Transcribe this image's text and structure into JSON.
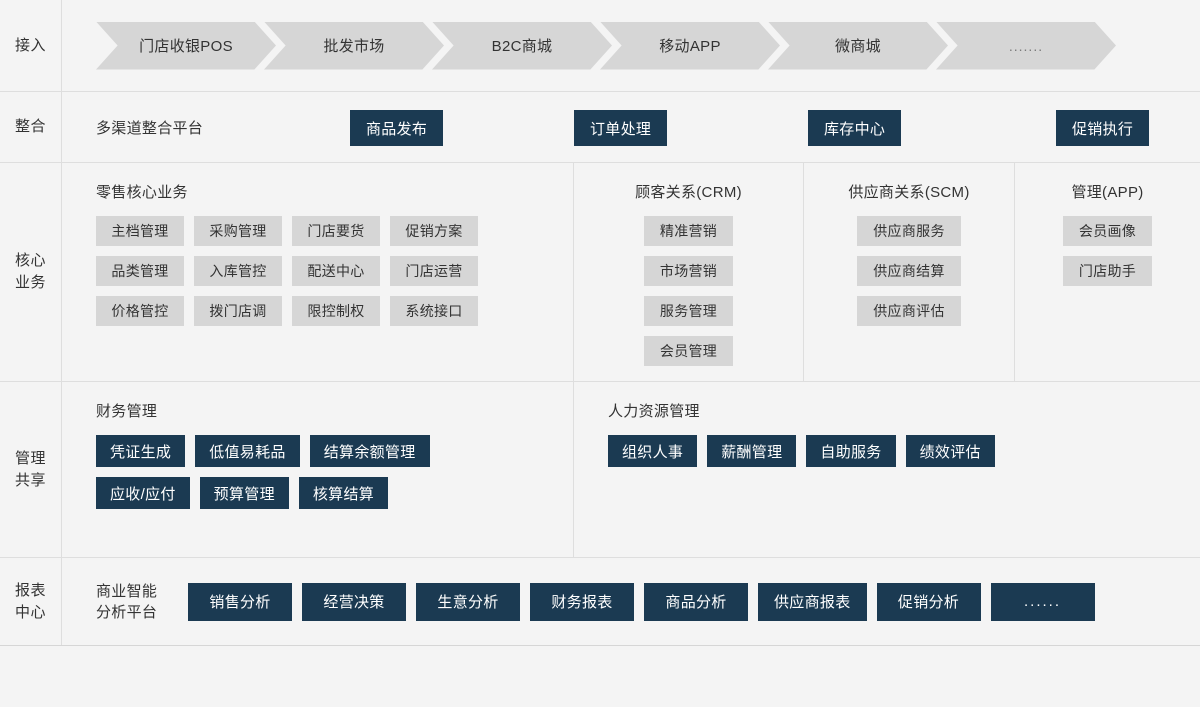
{
  "colors": {
    "navy": "#1b3a52",
    "grey_chip": "#d6d6d6",
    "background": "#f4f4f4",
    "border": "#dedede",
    "text": "#333333"
  },
  "rows": {
    "access": {
      "label": "接入",
      "channels": [
        "门店收银POS",
        "批发市场",
        "B2C商城",
        "移动APP",
        "微商城",
        "......."
      ]
    },
    "integration": {
      "label": "整合",
      "platform_title": "多渠道整合平台",
      "modules": [
        "商品发布",
        "订单处理",
        "库存中心",
        "促销执行"
      ]
    },
    "core": {
      "label": "核心\n业务",
      "label_line1": "核心",
      "label_line2": "业务",
      "columns": [
        {
          "title": "零售核心业务",
          "items": [
            "主档管理",
            "采购管理",
            "门店要货",
            "促销方案",
            "品类管理",
            "入库管控",
            "配送中心",
            "门店运营",
            "价格管控",
            "拨门店调",
            "限控制权",
            "系统接口"
          ]
        },
        {
          "title": "顾客关系(CRM)",
          "items": [
            "精准营销",
            "市场营销",
            "服务管理",
            "会员管理"
          ]
        },
        {
          "title": "供应商关系(SCM)",
          "items": [
            "供应商服务",
            "供应商结算",
            "供应商评估"
          ]
        },
        {
          "title": "管理(APP)",
          "items": [
            "会员画像",
            "门店助手"
          ]
        }
      ]
    },
    "management": {
      "label_line1": "管理",
      "label_line2": "共享",
      "columns": [
        {
          "title": "财务管理",
          "items": [
            "凭证生成",
            "低值易耗品",
            "结算余额管理",
            "应收/应付",
            "预算管理",
            "核算结算"
          ]
        },
        {
          "title": "人力资源管理",
          "items": [
            "组织人事",
            "薪酬管理",
            "自助服务",
            "绩效评估"
          ]
        }
      ]
    },
    "report": {
      "label_line1": "报表",
      "label_line2": "中心",
      "platform_line1": "商业智能",
      "platform_line2": "分析平台",
      "items": [
        "销售分析",
        "经营决策",
        "生意分析",
        "财务报表",
        "商品分析",
        "供应商报表",
        "促销分析",
        "......"
      ]
    }
  }
}
